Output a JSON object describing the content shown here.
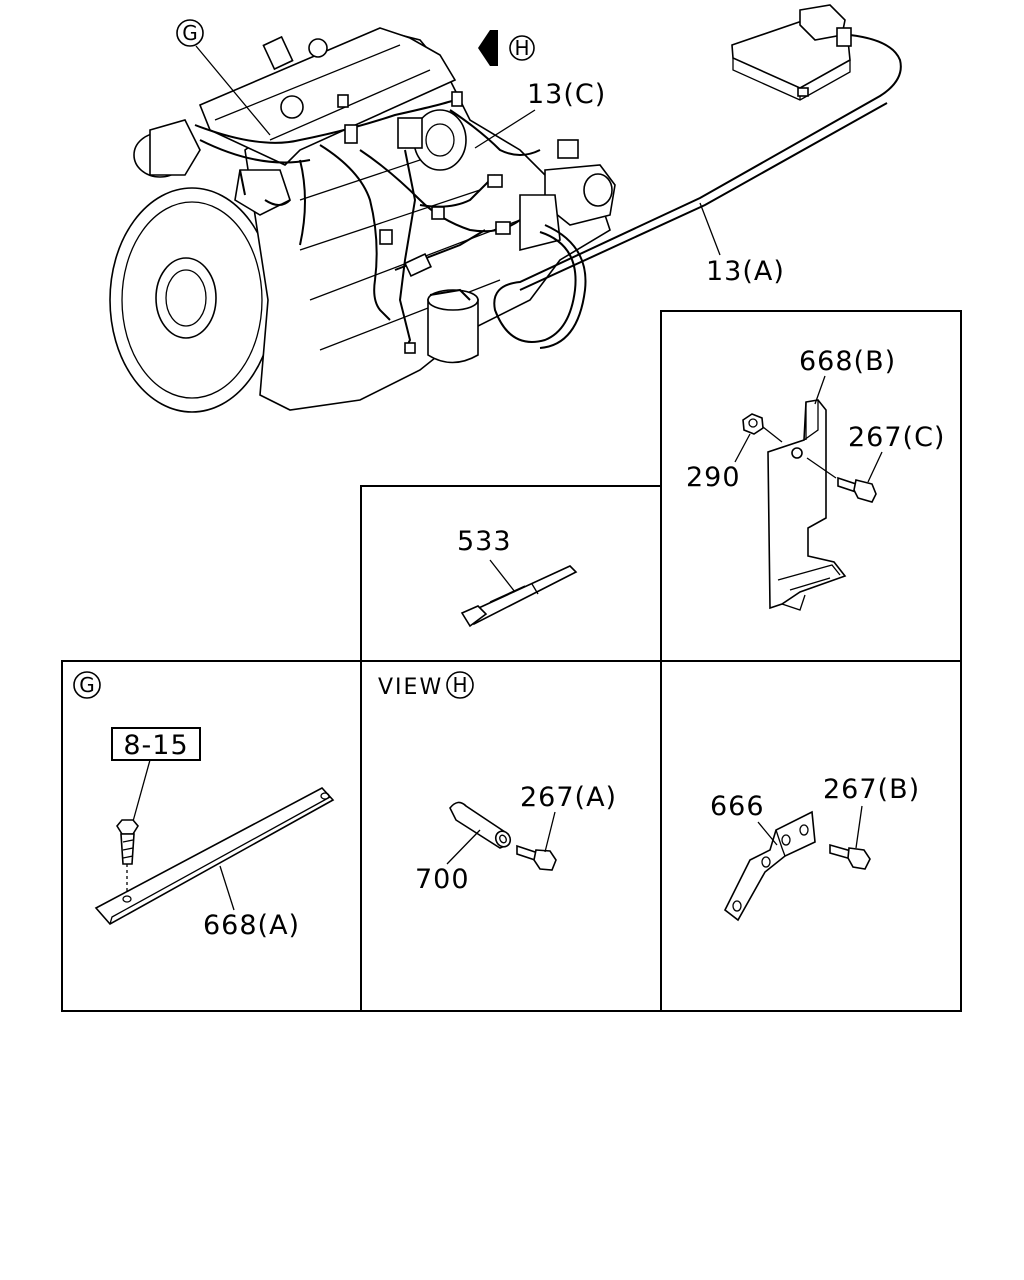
{
  "callouts": {
    "g_marker": "G",
    "h_marker": "H",
    "harness_c": "13(C)",
    "harness_a": "13(A)",
    "bracket_b": "668(B)",
    "nut": "290",
    "bolt_c": "267(C)",
    "clip": "533"
  },
  "panel_g": {
    "marker": "G",
    "ref_box": "8-15",
    "bracket_a": "668(A)"
  },
  "panel_view_h": {
    "view_word": "VIEW",
    "marker": "H",
    "bolt_a": "267(A)",
    "spacer": "700"
  },
  "panel_666": {
    "bracket": "666",
    "bolt_b": "267(B)"
  }
}
